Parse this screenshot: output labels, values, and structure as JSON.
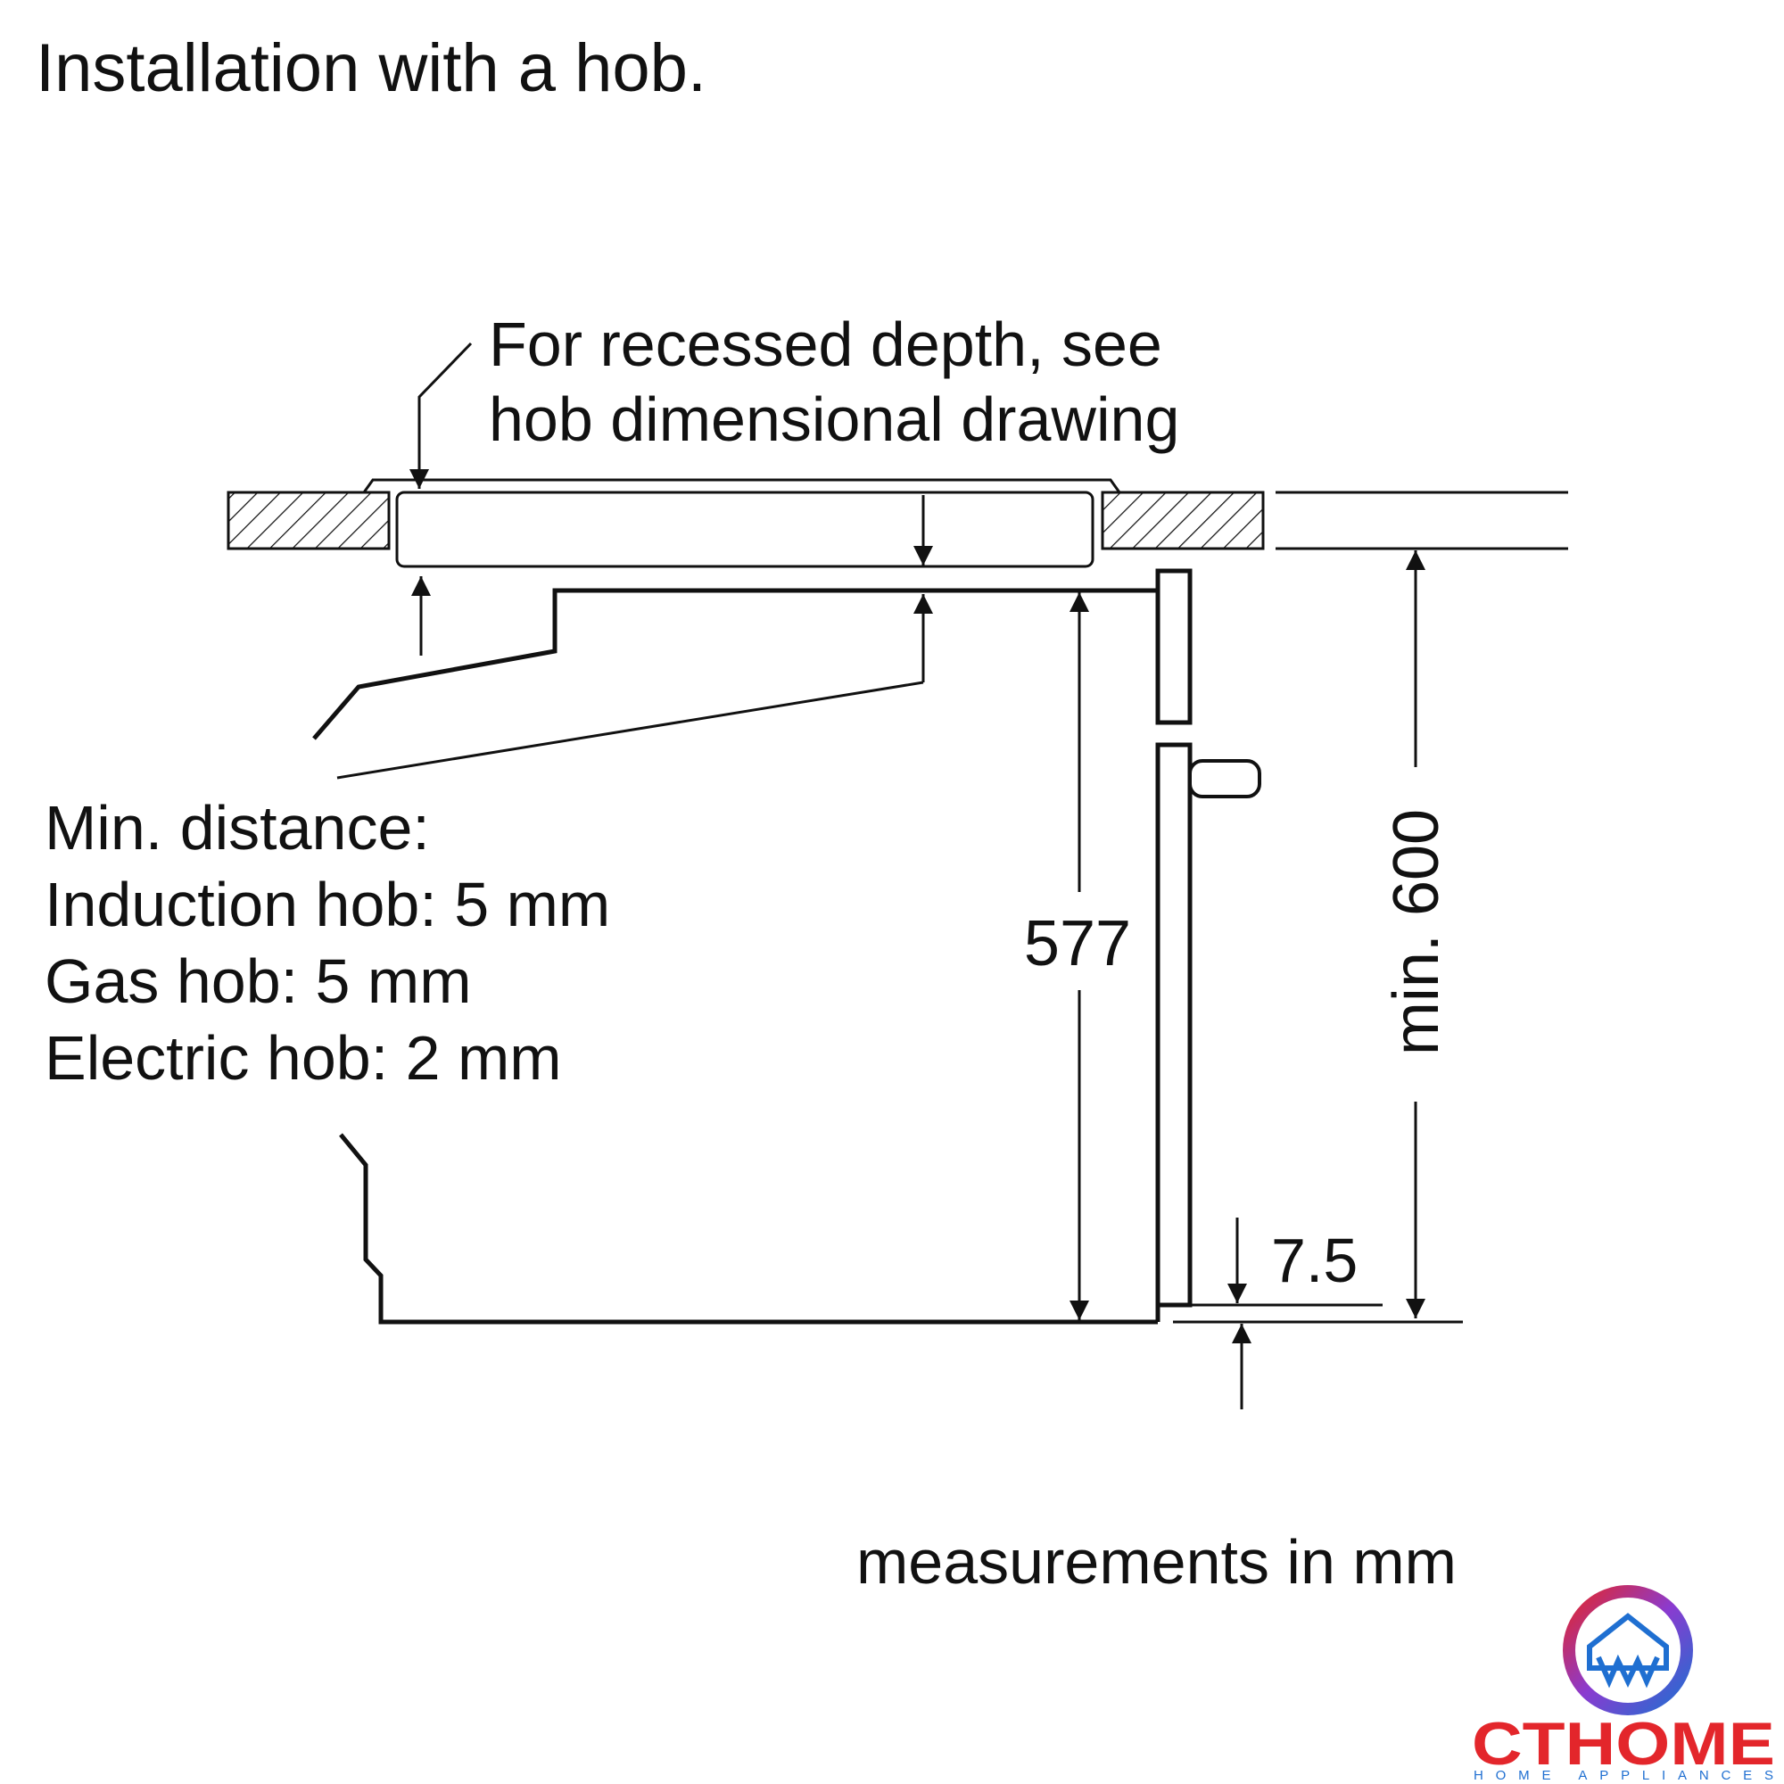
{
  "title": "Installation with a hob.",
  "callout": {
    "line1": "For recessed depth, see",
    "line2": "hob dimensional drawing"
  },
  "min_distance": {
    "heading": "Min. distance:",
    "induction": "Induction hob: 5 mm",
    "gas": "Gas hob: 5 mm",
    "electric": "Electric hob: 2 mm"
  },
  "dimensions": {
    "oven_height": "577",
    "cabinet_height": "min. 600",
    "bottom_gap": "7.5"
  },
  "footer": "measurements in mm",
  "logo": {
    "brand": "CTHOME",
    "tagline": "HOME APPLIANCES",
    "colors": {
      "red": "#e3262b",
      "blue": "#1f6fd1"
    }
  }
}
